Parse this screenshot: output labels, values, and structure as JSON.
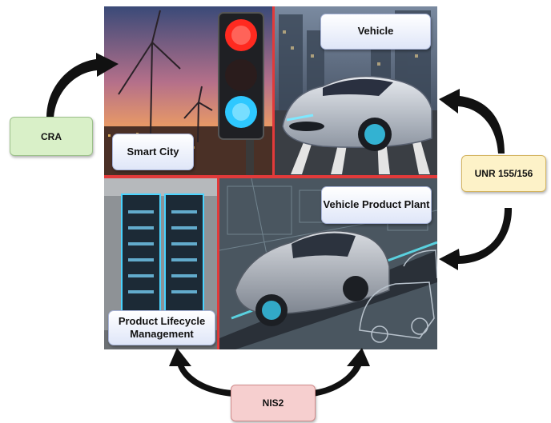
{
  "panels": {
    "smart_city": {
      "label": "Smart City"
    },
    "vehicle": {
      "label": "Vehicle"
    },
    "plant": {
      "label": "Vehicle Product Plant"
    },
    "plm": {
      "label": "Product Lifecycle Management"
    }
  },
  "regulations": {
    "cra": {
      "label": "CRA",
      "color": "#d9f0c8"
    },
    "unr": {
      "label": "UNR 155/156",
      "color": "#fdf2c8"
    },
    "nis2": {
      "label": "NIS2",
      "color": "#f6cfcf"
    }
  },
  "colors": {
    "divider": "#e23a3a",
    "arrow": "#111111"
  }
}
